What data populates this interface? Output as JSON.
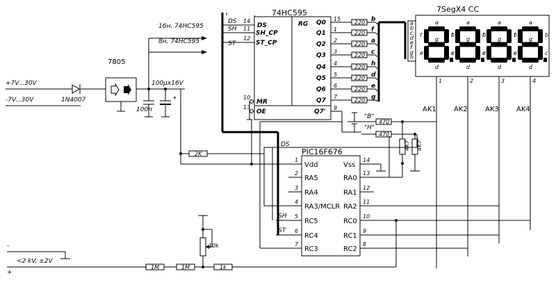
{
  "shift_register": {
    "name": "74HC595",
    "left_pins": [
      {
        "num": "14",
        "name": "DS"
      },
      {
        "num": "11",
        "name": "SH_CP"
      },
      {
        "num": "12",
        "name": "ST_CP"
      },
      {
        "num": "10",
        "name": "MR"
      },
      {
        "num": "13",
        "name": "OE"
      }
    ],
    "rg_label": "RG",
    "outputs": [
      {
        "name": "Q0",
        "num": "15",
        "res": "220",
        "seg": "b"
      },
      {
        "name": "Q1",
        "num": "1",
        "res": "220",
        "seg": "f"
      },
      {
        "name": "Q2",
        "num": "2",
        "res": "220",
        "seg": "a"
      },
      {
        "name": "Q3",
        "num": "3",
        "res": "220",
        "seg": "c"
      },
      {
        "name": "Q4",
        "num": "4",
        "res": "220",
        "seg": "h"
      },
      {
        "name": "Q5",
        "num": "5",
        "res": "220",
        "seg": "d"
      },
      {
        "name": "Q6",
        "num": "6",
        "res": "220",
        "seg": "e"
      },
      {
        "name": "Q7",
        "num": "7",
        "res": "220",
        "seg": "g"
      }
    ],
    "q7s": {
      "name": "Q7'",
      "num": "9"
    },
    "net_labels": {
      "ds": "DS",
      "sh": "SH",
      "st": "ST"
    }
  },
  "mcu": {
    "name": "PIC16F676",
    "left_pins": [
      {
        "num": "1",
        "name": "Vdd"
      },
      {
        "num": "2",
        "name": "RA5"
      },
      {
        "num": "3",
        "name": "RA4"
      },
      {
        "num": "4",
        "name": "RA3/MCLR"
      },
      {
        "num": "5",
        "name": "RC5"
      },
      {
        "num": "6",
        "name": "RC4"
      },
      {
        "num": "7",
        "name": "RC3"
      }
    ],
    "right_pins": [
      {
        "num": "14",
        "name": "Vss"
      },
      {
        "num": "13",
        "name": "RA0"
      },
      {
        "num": "12",
        "name": "RA1"
      },
      {
        "num": "11",
        "name": "RA2"
      },
      {
        "num": "10",
        "name": "RC0"
      },
      {
        "num": "9",
        "name": "RC1"
      },
      {
        "num": "8",
        "name": "RC2"
      }
    ],
    "net_labels": {
      "ds": "DS",
      "sh": "SH",
      "st": "ST"
    }
  },
  "display": {
    "title": "7SegX4 CC",
    "segment_pins": [
      "a",
      "b",
      "c",
      "d",
      "e",
      "f",
      "g",
      "h"
    ],
    "digit_labels": {
      "a": "a",
      "b": "b",
      "c": "c",
      "d": "d",
      "e": "e",
      "f": "f",
      "g": "g"
    },
    "common_pins": [
      "1",
      "2",
      "3",
      "4"
    ],
    "ak_labels": [
      "AK1",
      "AK2",
      "AK3",
      "AK4"
    ]
  },
  "buttons": {
    "b_label": "\"B\"",
    "h_label": "\"H\"",
    "res_b": "470",
    "res_h": "470",
    "pulldown1": "4K7",
    "pulldown2": "4K7"
  },
  "power": {
    "in_pos": "+7V...30V",
    "in_neg": "-7V...30V",
    "diode": "1N4007",
    "regulator": "7805",
    "cap_elec": "100µx16V",
    "cap_ceramic": "100n",
    "out_16": "16н. 74HC595",
    "out_8": "8н. 74HC595"
  },
  "measure": {
    "res_2k": "2K",
    "pot": "10k",
    "r1": "1M",
    "r2": "1M",
    "r3": "1k",
    "minus": "-",
    "plus": "+",
    "range": "<2 kV, ±2V"
  }
}
